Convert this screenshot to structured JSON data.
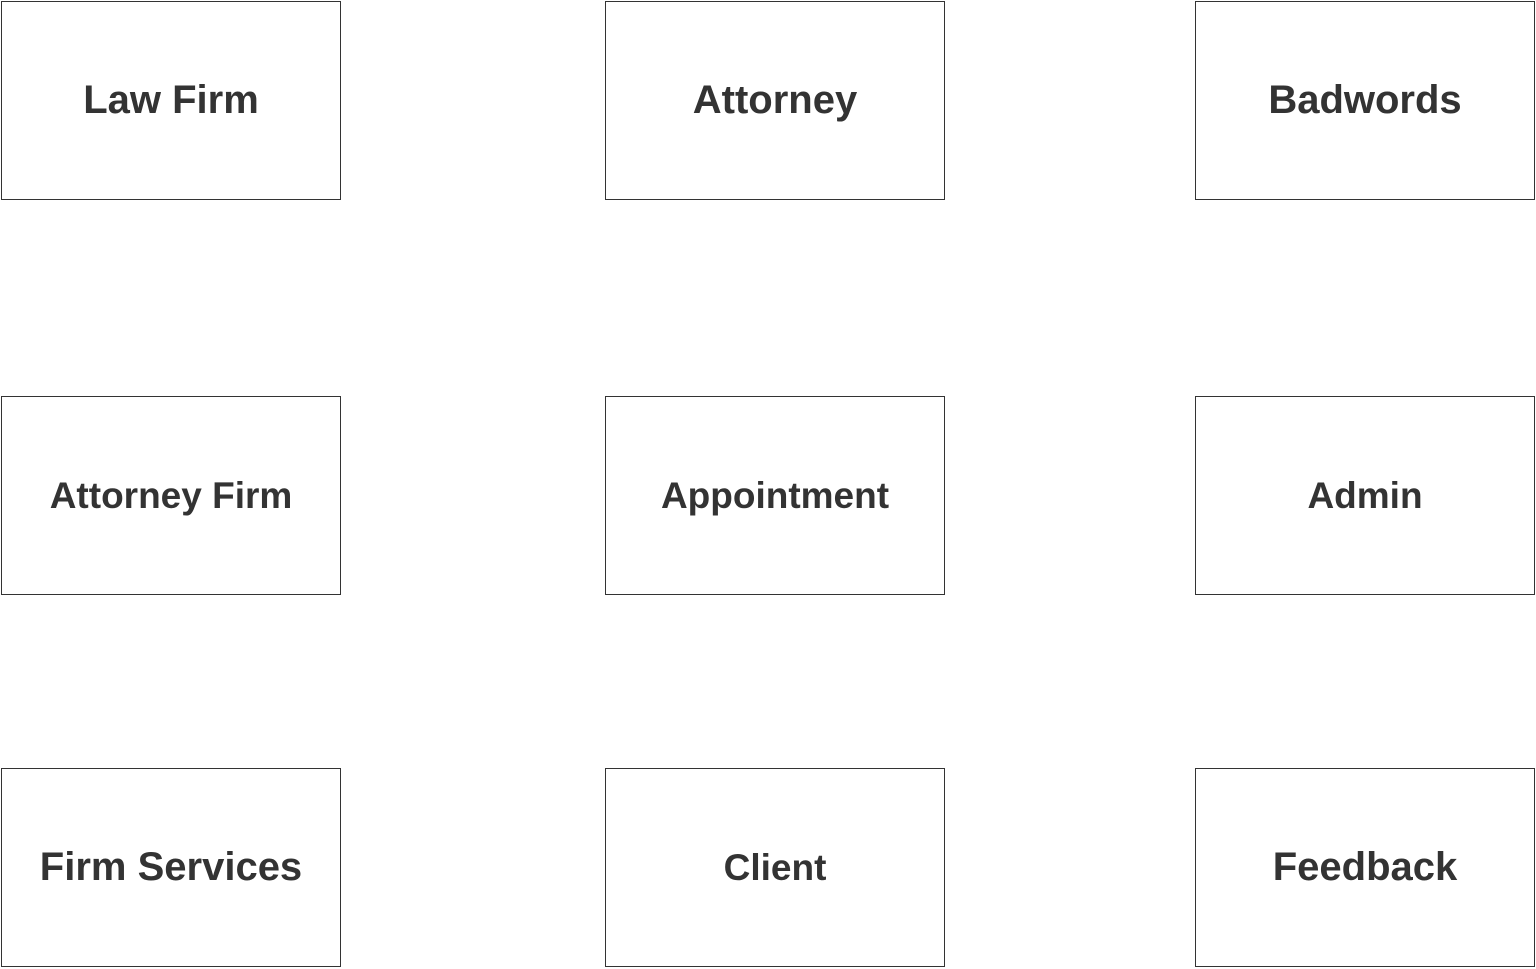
{
  "diagram": {
    "entities": [
      {
        "id": "law_firm",
        "label": "Law Firm"
      },
      {
        "id": "attorney",
        "label": "Attorney"
      },
      {
        "id": "badwords",
        "label": "Badwords"
      },
      {
        "id": "attorney_firm",
        "label": "Attorney Firm"
      },
      {
        "id": "appointment",
        "label": "Appointment"
      },
      {
        "id": "admin",
        "label": "Admin"
      },
      {
        "id": "firm_services",
        "label": "Firm Services"
      },
      {
        "id": "client",
        "label": "Client"
      },
      {
        "id": "feedback",
        "label": "Feedback"
      }
    ]
  },
  "colors": {
    "box_border": "#333333",
    "text": "#333333",
    "background": "#ffffff"
  }
}
